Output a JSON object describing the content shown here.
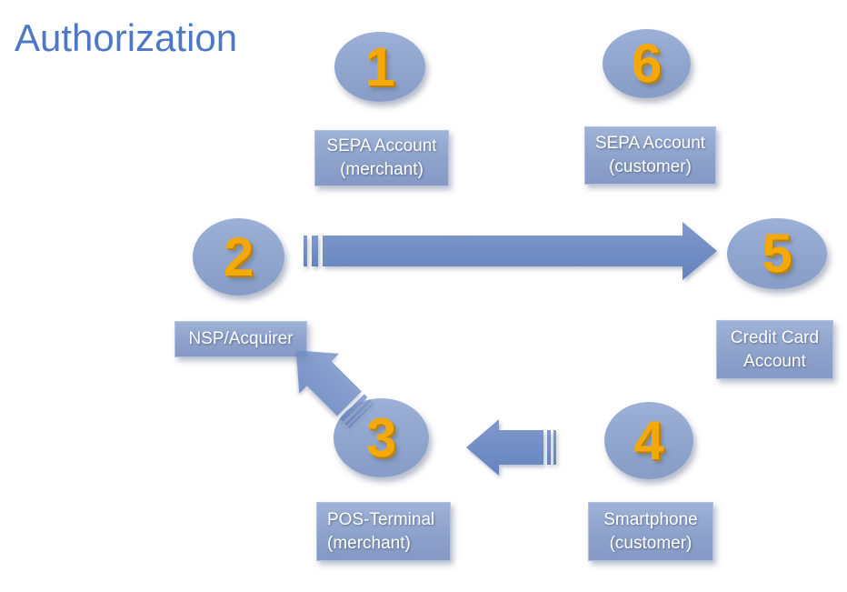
{
  "title": "Authorization",
  "colors": {
    "title_text": "#4C78C6",
    "shape_fill": "#8FA5CD",
    "label_fill": "#8DA2CB",
    "arrow_fill": "#6E8CC4",
    "number_text": "#F4A90B",
    "label_text": "#FFFFFF",
    "background": "#FFFFFF"
  },
  "nodes": [
    {
      "step": "1",
      "label": "SEPA Account\n(merchant)"
    },
    {
      "step": "2",
      "label": "NSP/Acquirer"
    },
    {
      "step": "3",
      "label": "POS-Terminal\n(merchant)"
    },
    {
      "step": "4",
      "label": "Smartphone\n(customer)"
    },
    {
      "step": "5",
      "label": "Credit Card\nAccount"
    },
    {
      "step": "6",
      "label": "SEPA Account\n(customer)"
    }
  ],
  "arrows": [
    {
      "from_step": "2",
      "to_step": "5",
      "direction": "right",
      "style": "striped"
    },
    {
      "from_step": "4",
      "to_step": "3",
      "direction": "left",
      "style": "striped"
    },
    {
      "from_step": "3",
      "to_step": "2",
      "direction": "up-left",
      "style": "striped"
    }
  ]
}
